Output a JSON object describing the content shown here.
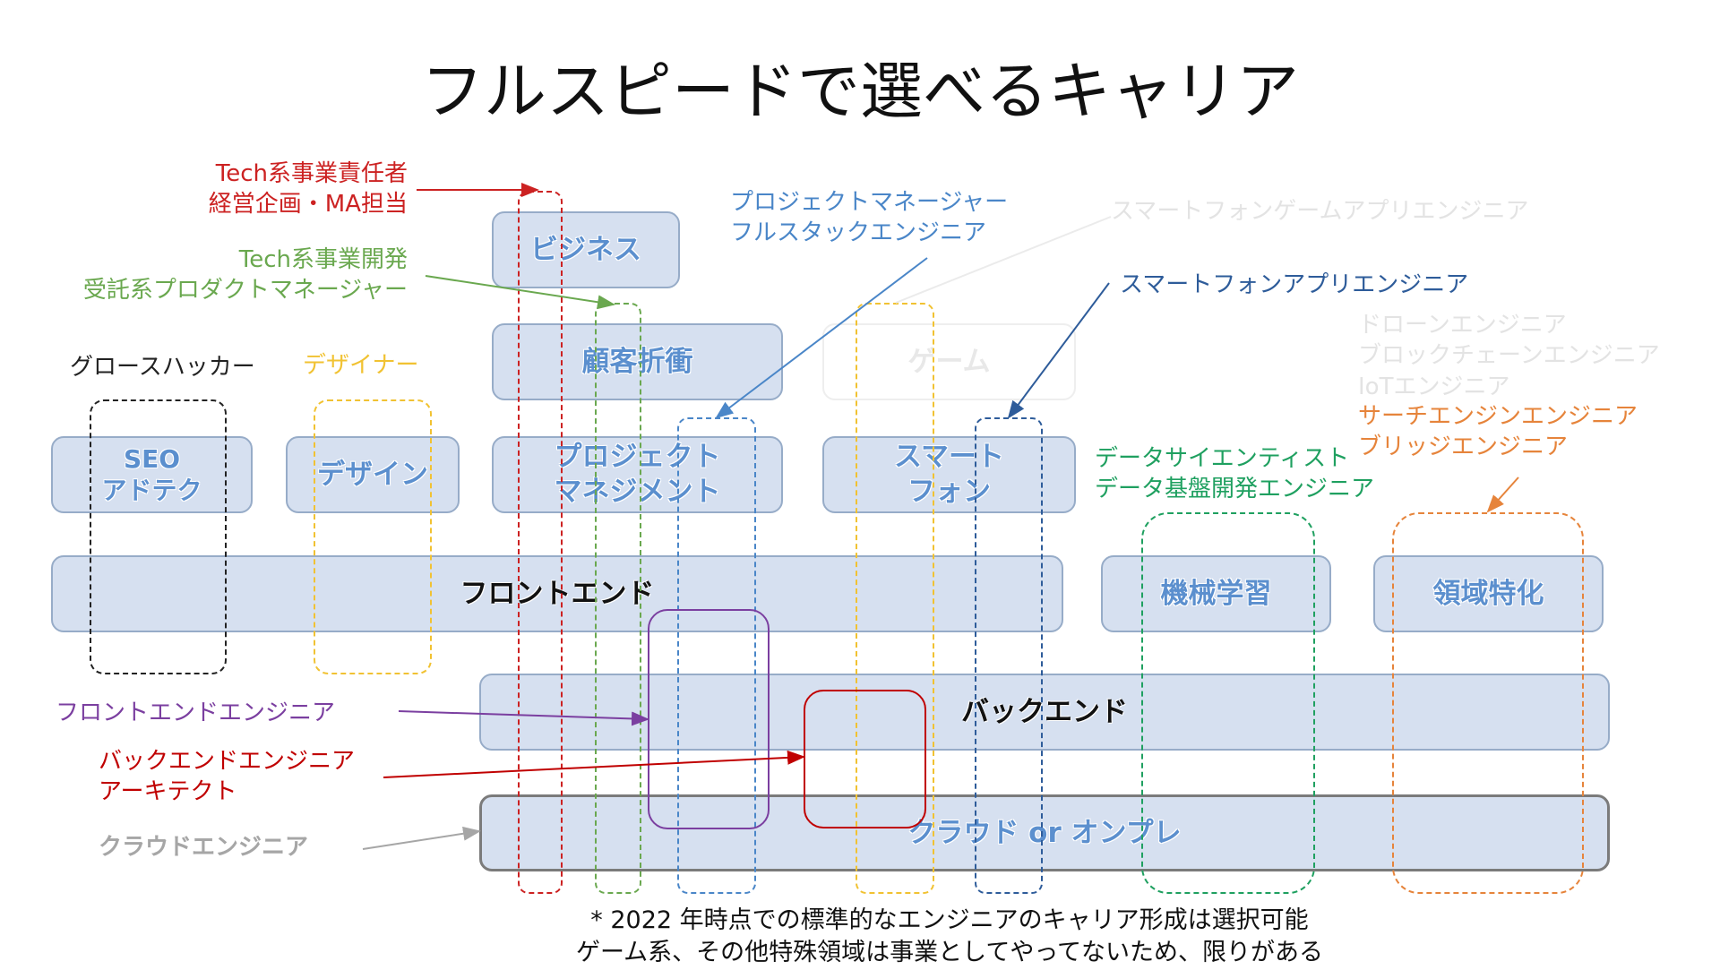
{
  "title": "フルスピードで選べるキャリア",
  "blocks": {
    "business": "ビジネス",
    "negotiation": "顧客折衝",
    "pm_line1": "プロジェクト",
    "pm_line2": "マネジメント",
    "seo_line1": "SEO",
    "seo_line2": "アドテク",
    "design": "デザイン",
    "smartphone_line1": "スマート",
    "smartphone_line2": "フォン",
    "game": "ゲーム",
    "frontend": "フロントエンド",
    "ml": "機械学習",
    "domain": "領域特化",
    "backend": "バックエンド",
    "cloud": "クラウド or オンプレ"
  },
  "labels": {
    "tech_exec_1": "Tech系事業責任者",
    "tech_exec_2": "経営企画・MA担当",
    "tech_dev_1": "Tech系事業開発",
    "tech_dev_2": "受託系プロダクトマネージャー",
    "growth": "グロースハッカー",
    "designer": "デザイナー",
    "pm_1": "プロジェクトマネージャー",
    "pm_2": "フルスタックエンジニア",
    "game_eng": "スマートフォンゲームアプリエンジニア",
    "app_eng": "スマートフォンアプリエンジニア",
    "special_1": "ドローンエンジニア",
    "special_2": "ブロックチェーンエンジニア",
    "special_3": "IoTエンジニア",
    "search_1": "サーチエンジンエンジニア",
    "search_2": "ブリッジエンジニア",
    "data_1": "データサイエンティスト",
    "data_2": "データ基盤開発エンジニア",
    "fe_eng": "フロントエンドエンジニア",
    "be_eng_1": "バックエンドエンジニア",
    "be_eng_2": "アーキテクト",
    "cloud_eng": "クラウドエンジニア"
  },
  "footnote": {
    "line1": "* 2022 年時点での標準的なエンジニアのキャリア形成は選択可能",
    "line2": "ゲーム系、その他特殊領域は事業としてやってないため、限りがある"
  },
  "colors": {
    "red": "#cc2222",
    "green": "#6aa84f",
    "black": "#222222",
    "yellow": "#f1c232",
    "blue": "#4a86c8",
    "purple": "#7b3fa0",
    "darkred": "#c00000",
    "gray": "#a6a6a6",
    "teal": "#1fa060",
    "orange": "#e6843b",
    "navy": "#2e5c9a",
    "faint": "#e3e3e3"
  }
}
